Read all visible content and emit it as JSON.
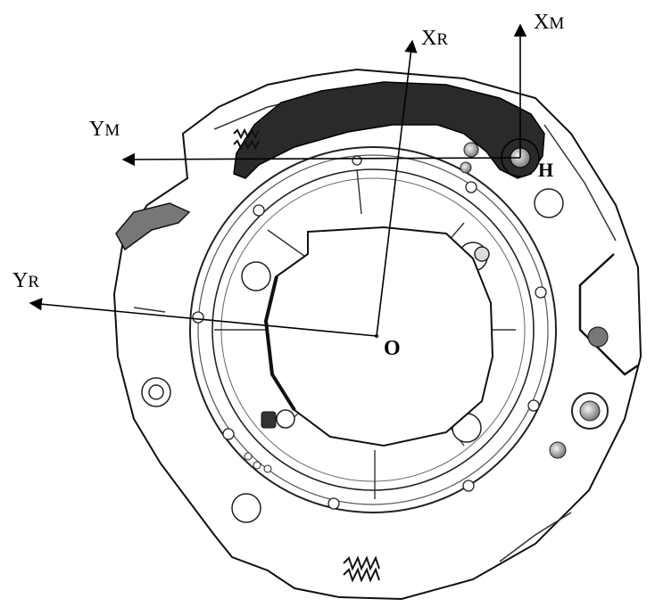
{
  "labels": {
    "x_r_main": "X",
    "x_r_sub": "R",
    "y_r_main": "Y",
    "y_r_sub": "R",
    "x_m_main": "X",
    "x_m_sub": "M",
    "y_m_main": "Y",
    "y_m_sub": "M",
    "origin": "O",
    "pivot": "H"
  },
  "icons": {
    "hub": "central-hub",
    "arm": "swing-arm",
    "springs": "coil-spring-icon"
  }
}
